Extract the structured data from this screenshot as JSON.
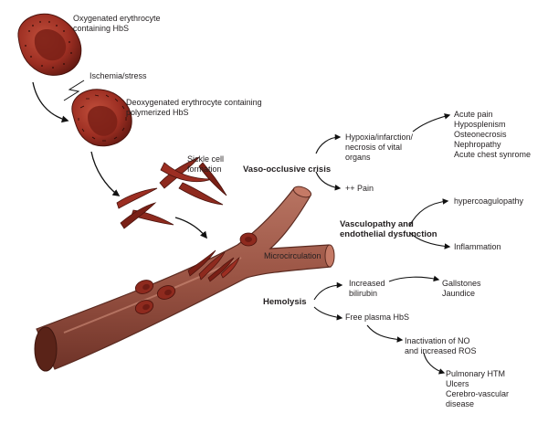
{
  "labels": {
    "oxy_cell": "Oxygenated erythrocyte\ncontaining HbS",
    "stress": "Ischemia/stress",
    "deoxy_cell": "Deoxygenated erythrocyte containing\npolymerized HbS",
    "sickle": "Sickle cell\nformation",
    "microcirculation": "Microcirculation",
    "voc": "Vaso-occlusive crisis",
    "hypoxia": "Hypoxia/infarction/\nnecrosis of vital\norgans",
    "pain": "++ Pain",
    "complications": "Acute pain\nHyposplenism\nOsteonecrosis\nNephropathy\nAcute chest synrome",
    "vasculopathy": "Vasculopathy and\nendothelial dysfunction",
    "hypercoag": "hypercoagulopathy",
    "inflammation": "Inflammation",
    "hemolysis": "Hemolysis",
    "bilirubin": "Increased\nbilirubin",
    "gallstones": "Gallstones\nJaundice",
    "free_hbs": "Free plasma HbS",
    "no_ros": "Inactivation of NO\nand increased ROS",
    "outcomes": "Pulmonary HTM\nUlcers\nCerebro-vascular\ndisease"
  },
  "colors": {
    "cell_dark": "#6e1c14",
    "cell_mid": "#9c2e22",
    "cell_light": "#c2503c",
    "vessel": "#a6604f",
    "vessel_dark": "#6f3328",
    "vessel_lumen": "#c57a66",
    "text": "#231f20"
  }
}
